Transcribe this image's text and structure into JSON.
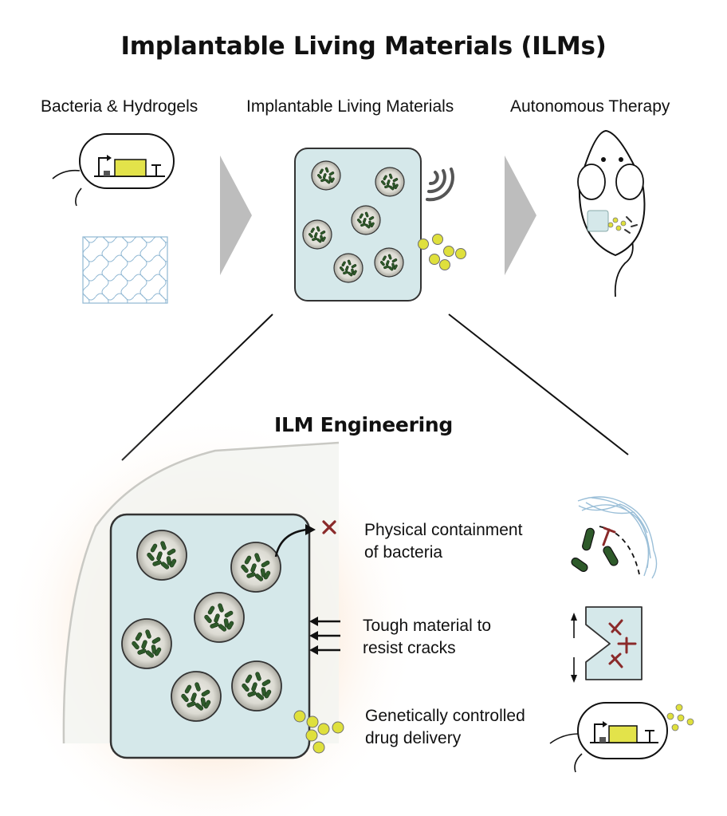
{
  "title": "Implantable Living Materials (ILMs)",
  "columns": [
    {
      "label": "Bacteria & Hydrogels"
    },
    {
      "label": "Implantable Living Materials"
    },
    {
      "label": "Autonomous Therapy"
    }
  ],
  "engineering": {
    "title": "ILM Engineering",
    "features": [
      {
        "line1": "Physical containment",
        "line2": "of bacteria"
      },
      {
        "line1": "Tough material to",
        "line2": "resist cracks"
      },
      {
        "line1": "Genetically controlled",
        "line2": "drug delivery"
      }
    ]
  },
  "colors": {
    "hydrogel": "#d5e8ea",
    "bacteria": "#2e5a2a",
    "drug": "#dfe03c",
    "gene": "#e3e34a",
    "arrow_gray": "#b8b8b8",
    "cross": "#8a2a2a",
    "glow": "#f6caa4"
  }
}
